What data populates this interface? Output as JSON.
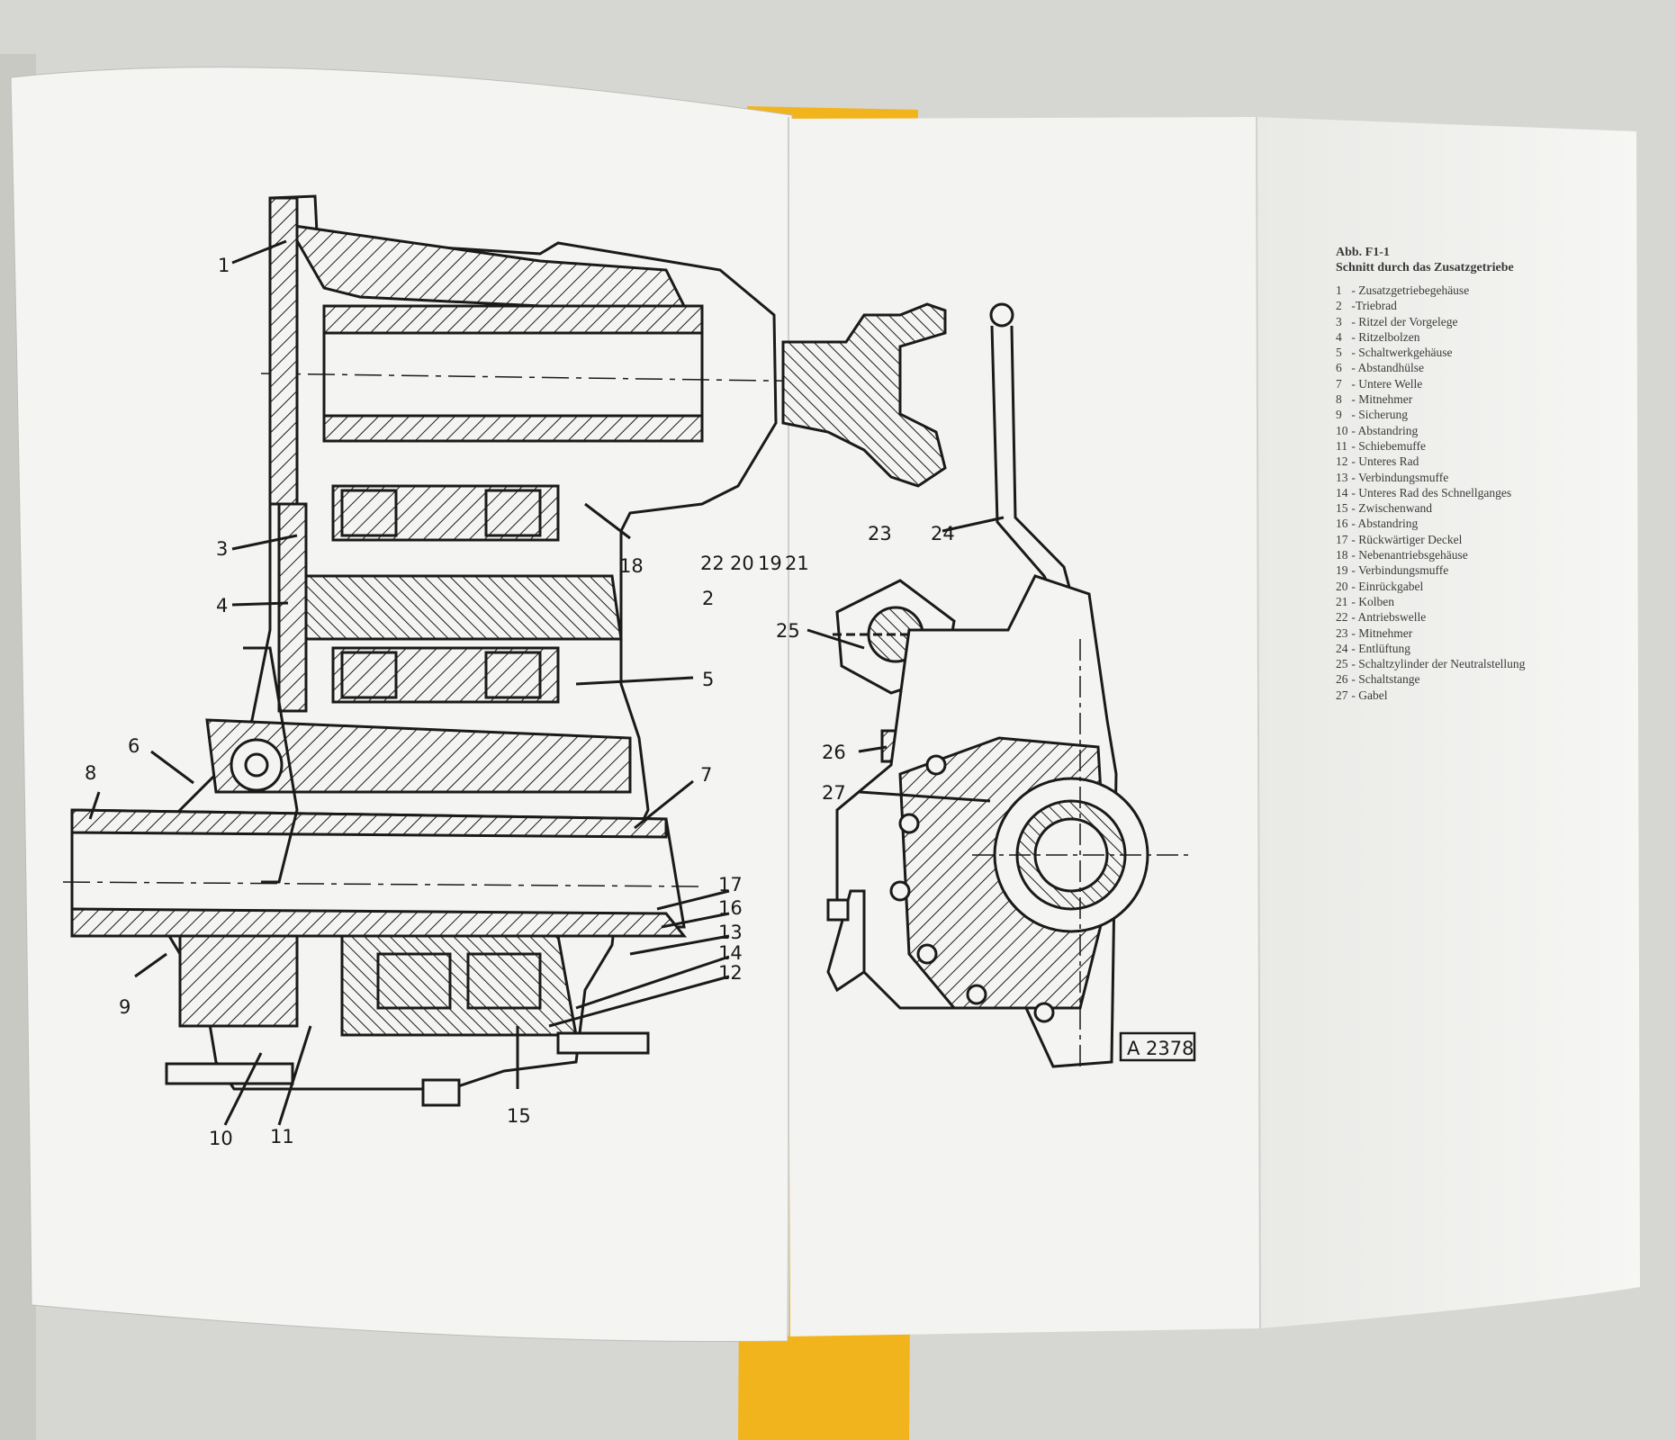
{
  "caption": {
    "line1": "Abb. F1-1",
    "line2": "Schnitt durch das Zusatzgetriebe"
  },
  "legend": [
    {
      "n": "1",
      "text": "- Zusatzgetriebegehäuse"
    },
    {
      "n": "2",
      "text": "-Triebrad"
    },
    {
      "n": "3",
      "text": "- Ritzel der Vorgelege"
    },
    {
      "n": "4",
      "text": "- Ritzelbolzen"
    },
    {
      "n": "5",
      "text": "- Schaltwerkgehäuse"
    },
    {
      "n": "6",
      "text": "- Abstandhülse"
    },
    {
      "n": "7",
      "text": "- Untere Welle"
    },
    {
      "n": "8",
      "text": "- Mitnehmer"
    },
    {
      "n": "9",
      "text": "- Sicherung"
    },
    {
      "n": "10",
      "text": "- Abstandring"
    },
    {
      "n": "11",
      "text": "- Schiebemuffe"
    },
    {
      "n": "12",
      "text": "- Unteres Rad"
    },
    {
      "n": "13",
      "text": "- Verbindungsmuffe"
    },
    {
      "n": "14",
      "text": "- Unteres Rad des Schnellganges"
    },
    {
      "n": "15",
      "text": "- Zwischenwand"
    },
    {
      "n": "16",
      "text": "- Abstandring"
    },
    {
      "n": "17",
      "text": "- Rückwärtiger Deckel"
    },
    {
      "n": "18",
      "text": "- Nebenantriebsgehäuse"
    },
    {
      "n": "19",
      "text": "- Verbindungsmuffe"
    },
    {
      "n": "20",
      "text": "- Einrückgabel"
    },
    {
      "n": "21",
      "text": "- Kolben"
    },
    {
      "n": "22",
      "text": "- Antriebswelle"
    },
    {
      "n": "23",
      "text": "- Mitnehmer"
    },
    {
      "n": "24",
      "text": "- Entlüftung"
    },
    {
      "n": "25",
      "text": "- Schaltzylinder der Neutralstellung"
    },
    {
      "n": "26",
      "text": "- Schaltstange"
    },
    {
      "n": "27",
      "text": "- Gabel"
    }
  ],
  "callouts": {
    "c1": "1",
    "c2": "2",
    "c3": "3",
    "c4": "4",
    "c5": "5",
    "c6": "6",
    "c7": "7",
    "c8": "8",
    "c9": "9",
    "c10": "10",
    "c11": "11",
    "c12": "12",
    "c13": "13",
    "c14": "14",
    "c15": "15",
    "c16": "16",
    "c17": "17",
    "c18": "18",
    "c19": "19",
    "c20": "20",
    "c21": "21",
    "c22": "22",
    "c23": "23",
    "c24": "24",
    "c25": "25",
    "c26": "26",
    "c27": "27"
  },
  "drawing_code": "A 2378",
  "colors": {
    "paper": "#f4f4f2",
    "ink": "#1a1a1a",
    "binder_yellow": "#f2b41c",
    "background": "#d6d6d2"
  }
}
